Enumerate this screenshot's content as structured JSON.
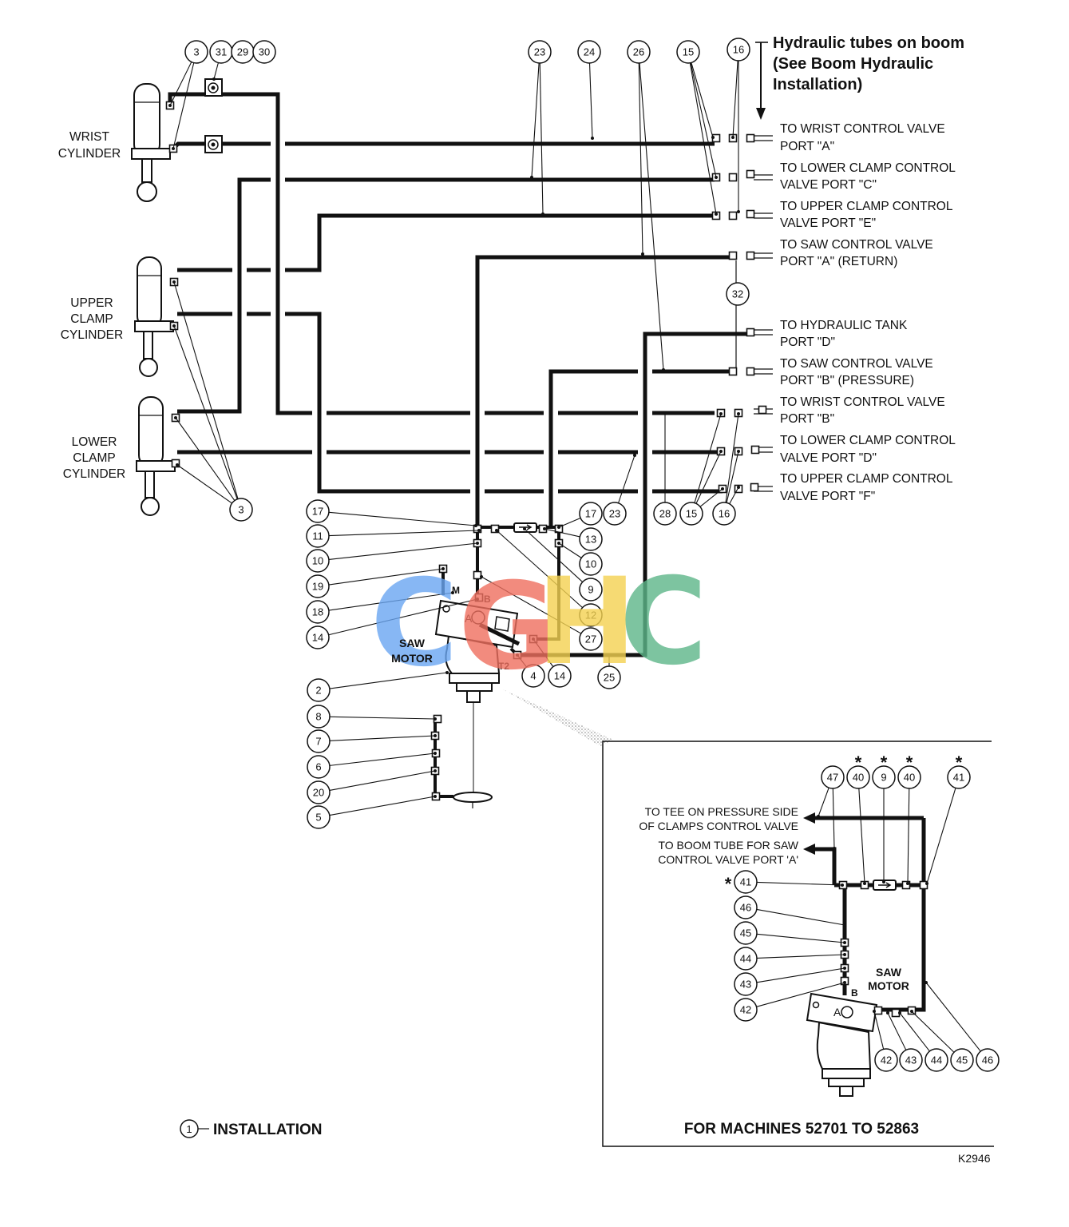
{
  "boom_note": {
    "line1": "Hydraulic tubes on boom",
    "line2": "(See Boom Hydraulic",
    "line3": "Installation)"
  },
  "cylinders": {
    "wrist": {
      "line1": "WRIST",
      "line2": "CYLINDER"
    },
    "upper_clamp": {
      "line1": "UPPER",
      "line2": "CLAMP",
      "line3": "CYLINDER"
    },
    "lower_clamp": {
      "line1": "LOWER",
      "line2": "CLAMP",
      "line3": "CYLINDER"
    }
  },
  "destinations": [
    {
      "line1": "TO WRIST CONTROL VALVE",
      "line2": "PORT \"A\""
    },
    {
      "line1": "TO LOWER CLAMP CONTROL",
      "line2": "VALVE PORT \"C\""
    },
    {
      "line1": "TO UPPER CLAMP CONTROL",
      "line2": "VALVE PORT \"E\""
    },
    {
      "line1": "TO SAW CONTROL VALVE",
      "line2": "PORT \"A\" (RETURN)"
    },
    {
      "line1": "TO HYDRAULIC TANK",
      "line2": "PORT \"D\""
    },
    {
      "line1": "TO SAW CONTROL VALVE",
      "line2": "PORT \"B\" (PRESSURE)"
    },
    {
      "line1": "TO WRIST CONTROL VALVE",
      "line2": "PORT \"B\""
    },
    {
      "line1": "TO LOWER CLAMP CONTROL",
      "line2": "VALVE PORT \"D\""
    },
    {
      "line1": "TO UPPER CLAMP CONTROL",
      "line2": "VALVE PORT \"F\""
    }
  ],
  "saw_motor": {
    "line1": "SAW",
    "line2": "MOTOR",
    "port_m": "M",
    "port_b": "B",
    "port_a": "A",
    "port_t2": "T2"
  },
  "callouts": {
    "main": [
      "3",
      "31",
      "29",
      "30",
      "23",
      "24",
      "26",
      "15",
      "16",
      "32",
      "3",
      "23",
      "28",
      "15",
      "16",
      "17",
      "11",
      "10",
      "19",
      "18",
      "14",
      "17",
      "13",
      "10",
      "9",
      "12",
      "27",
      "4",
      "14",
      "25",
      "2",
      "8",
      "7",
      "6",
      "20",
      "5"
    ],
    "inset": [
      "47",
      "40",
      "9",
      "40",
      "41",
      "41",
      "46",
      "45",
      "44",
      "43",
      "42",
      "42",
      "43",
      "44",
      "45",
      "46"
    ]
  },
  "inset": {
    "pressure_dest": {
      "line1": "TO TEE ON PRESSURE SIDE",
      "line2": "OF CLAMPS CONTROL VALVE"
    },
    "return_dest": {
      "line1": "TO BOOM TUBE FOR SAW",
      "line2": "CONTROL VALVE PORT 'A'"
    },
    "saw_motor": {
      "line1": "SAW",
      "line2": "MOTOR",
      "port_b": "B",
      "port_a": "A"
    },
    "asterisk": "*",
    "caption": "FOR MACHINES 52701 TO 52863"
  },
  "legend": {
    "number": "1",
    "label": "INSTALLATION"
  },
  "figure_code": "K2946",
  "watermark": {
    "letters": [
      "C",
      "G",
      "H",
      "C"
    ],
    "colors": [
      "#6aa6f2",
      "#ef6f5f",
      "#f4d251",
      "#5db689"
    ]
  }
}
